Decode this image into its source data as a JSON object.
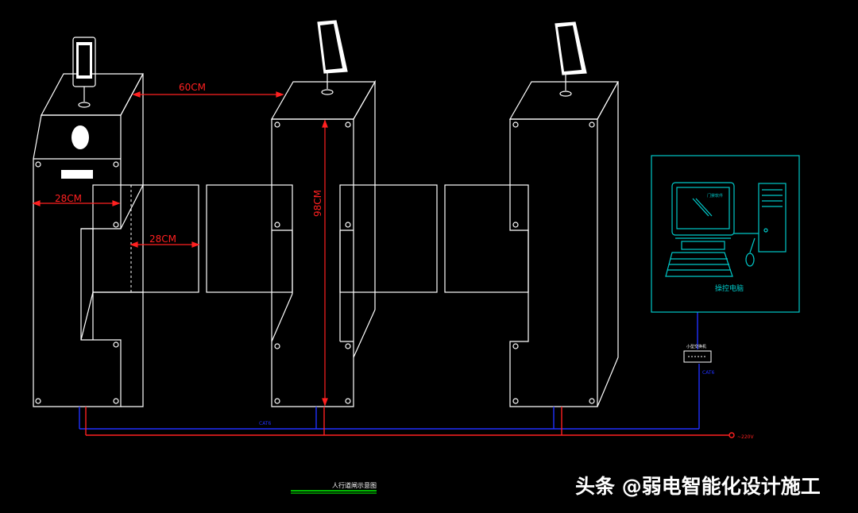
{
  "dimensions": {
    "gap_width": "60CM",
    "post_width_1": "28CM",
    "post_width_2": "28CM",
    "post_height": "98CM"
  },
  "computer_panel": {
    "monitor_text": "门禁软件",
    "caption": "操控电脑"
  },
  "switch_label": "小型交换机",
  "cable_labels": {
    "switch_cable": "CAT6",
    "bus_cable": "CAT6",
    "power": "~220V"
  },
  "drawing_title": "人行道闸示意图",
  "watermark": "头条 @弱电智能化设计施工",
  "colors": {
    "outline": "#ffffff",
    "dimension": "#ff2020",
    "network_cable": "#2030ff",
    "panel": "#00c8c8",
    "title_underline": "#00ff00"
  }
}
